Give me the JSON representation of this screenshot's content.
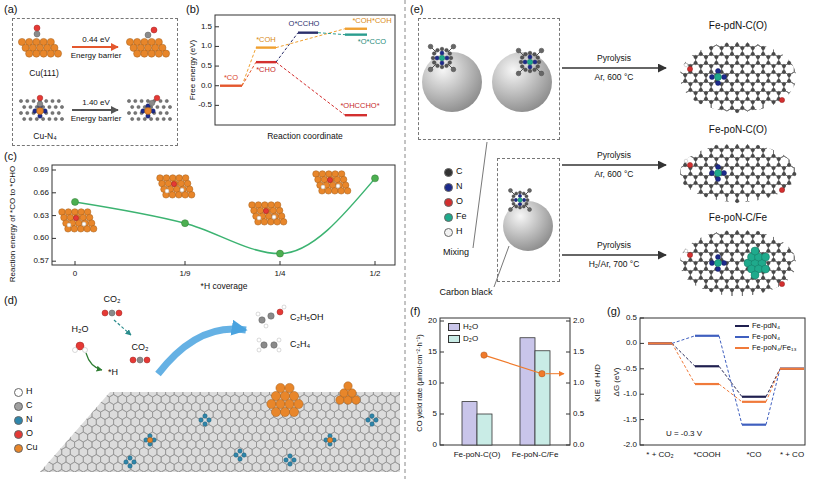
{
  "diagram": {
    "nodes": [
      {
        "text": [
          "Cu(111)",
          "0.44 eV",
          "Energy barrier",
          "Cu-N₄",
          "1.40 eV",
          "Energy barrier"
        ]
      },
      {
        "text": [
          "Mixing"
        ]
      },
      {
        "text": [
          "Carbon black"
        ]
      },
      {
        "text": [
          "Fe-pdN-C(O)"
        ]
      },
      {
        "text": [
          "Fe-poN-C(O)"
        ]
      },
      {
        "text": [
          "Fe-poN-C/Fe"
        ]
      }
    ],
    "edges": [
      {
        "from": 1,
        "to": 3,
        "arrow": "to",
        "label": "Pyrolysis"
      },
      {
        "from": 2,
        "to": 4,
        "arrow": "to",
        "label": "Pyrolysis"
      },
      {
        "from": 2,
        "to": 5,
        "arrow": "to",
        "label": "Pyrolysis"
      }
    ],
    "labels": [
      "(a)",
      "(b)",
      "(c)",
      "(d)",
      "(e)",
      "(f)",
      "(g)",
      "1.5",
      "1.0",
      "0.5",
      "0.0",
      "-0.5",
      "Free energy (eV)",
      "Reaction coordinate",
      "*CO",
      "*COH",
      "*CHO",
      "O*CCHO",
      "*COH*COH",
      "*O*CCO",
      "*OHCCHO*",
      "0.57",
      "0.60",
      "0.63",
      "0.66",
      "0.69",
      "Reaction energy of *CO to *CHO",
      "0",
      "1/9",
      "1/4",
      "1/2",
      "*H coverage",
      "H₂O",
      "CO₂",
      "CO₂",
      "*H",
      "C₂H₅OH",
      "C₂H₄",
      "Ar, 600 °C",
      "Ar, 600 °C",
      "H₂/Ar, 700 °C",
      "0",
      "5",
      "10",
      "15",
      "20",
      "0.0",
      "0.5",
      "1.0",
      "1.5",
      "2.0",
      "CO yield rate (μmol·cm⁻²·h⁻¹)",
      "KIE of H/D",
      "Fe-poN-C(O)",
      "Fe-poN-C/Fe",
      "0.5",
      "0.0",
      "-0.5",
      "-1.0",
      "-1.5",
      "-2.0",
      "ΔG (eV)",
      "* + CO₂",
      "*COOH",
      "*CO",
      "* + CO",
      "U = -0.3 V"
    ],
    "legend": [
      {
        "text": "H",
        "color": "#ffffff"
      },
      {
        "text": "C",
        "color": "#a0a0a0"
      },
      {
        "text": "N",
        "color": "#2e86ab"
      },
      {
        "text": "O",
        "color": "#e53935"
      },
      {
        "text": "Cu",
        "color": "#e8862a"
      },
      {
        "text": "C",
        "color": "#333333"
      },
      {
        "text": "N",
        "color": "#1c2a8c"
      },
      {
        "text": "O",
        "color": "#d32f2f"
      },
      {
        "text": "Fe",
        "color": "#1faa8c"
      },
      {
        "text": "H",
        "color": "#f2f2f2"
      },
      {
        "text": "H₂O",
        "color": "#c9c5ea"
      },
      {
        "text": "D₂O",
        "color": "#c9ece6"
      },
      {
        "text": "Fe-pdN₄"
      },
      {
        "text": "Fe-poN₄"
      },
      {
        "text": "Fe-poN₄/Fe₁₃"
      }
    ]
  }
}
